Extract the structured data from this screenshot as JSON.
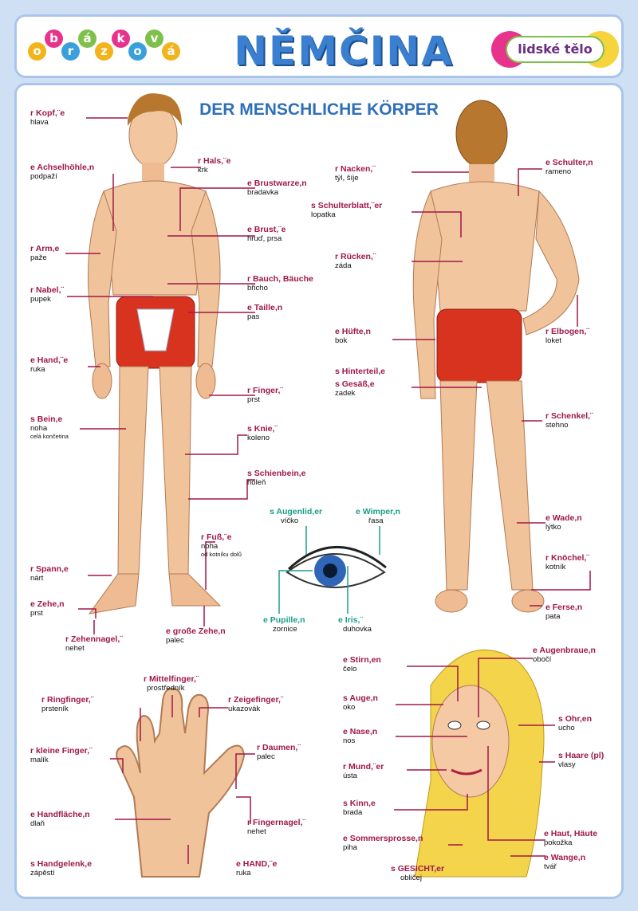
{
  "header": {
    "logo_letters": [
      "o",
      "b",
      "r",
      "á",
      "z",
      "k",
      "o",
      "v",
      "á"
    ],
    "logo_colors": [
      "#f2b31b",
      "#e7338c",
      "#3aa0dd",
      "#7fc04b",
      "#f2b31b",
      "#e7338c",
      "#3aa0dd",
      "#7fc04b",
      "#f2b31b"
    ],
    "title": "NĚMČINA",
    "topic": "lidské tělo"
  },
  "poster": {
    "title": "DER MENSCHLICHE KÖRPER"
  },
  "colors": {
    "accent": "#a0174a",
    "title": "#3a7fd0",
    "panel_border": "#a9c6ea"
  },
  "front_body": [
    {
      "de": "r Kopf,¨e",
      "cz": "hlava"
    },
    {
      "de": "r Hals,¨e",
      "cz": "krk"
    },
    {
      "de": "e Achselhöhle,n",
      "cz": "podpaží"
    },
    {
      "de": "e Brustwarze,n",
      "cz": "bradavka"
    },
    {
      "de": "e Brust,¨e",
      "cz": "hruď, prsa"
    },
    {
      "de": "r Arm,e",
      "cz": "paže"
    },
    {
      "de": "r Nabel,¨",
      "cz": "pupek"
    },
    {
      "de": "r Bauch, Bäuche",
      "cz": "břicho"
    },
    {
      "de": "e Taille,n",
      "cz": "pas"
    },
    {
      "de": "e Hand,¨e",
      "cz": "ruka"
    },
    {
      "de": "r Finger,¨",
      "cz": "prst"
    },
    {
      "de": "s Bein,e",
      "cz": "noha",
      "cz2": "celá končetina"
    },
    {
      "de": "s Knie,¨",
      "cz": "koleno"
    },
    {
      "de": "s Schienbein,e",
      "cz": "holeň"
    },
    {
      "de": "r Fuß,¨e",
      "cz": "noha",
      "cz2": "od kotníku dolů"
    },
    {
      "de": "r Spann,e",
      "cz": "nárt"
    },
    {
      "de": "e Zehe,n",
      "cz": "prst"
    },
    {
      "de": "r Zehennagel,¨",
      "cz": "nehet"
    },
    {
      "de": "e große Zehe,n",
      "cz": "palec"
    }
  ],
  "back_body": [
    {
      "de": "r Nacken,¨",
      "cz": "týl, šíje"
    },
    {
      "de": "e Schulter,n",
      "cz": "rameno"
    },
    {
      "de": "s Schulterblatt,¨er",
      "cz": "lopatka"
    },
    {
      "de": "r Rücken,¨",
      "cz": "záda"
    },
    {
      "de": "e Hüfte,n",
      "cz": "bok"
    },
    {
      "de": "r Elbogen,¨",
      "cz": "loket"
    },
    {
      "de": "s Hinterteil,e",
      "cz": ""
    },
    {
      "de": "s Gesäß,e",
      "cz": "zadek"
    },
    {
      "de": "r Schenkel,¨",
      "cz": "stehno"
    },
    {
      "de": "e Wade,n",
      "cz": "lýtko"
    },
    {
      "de": "r Knöchel,¨",
      "cz": "kotník"
    },
    {
      "de": "e Ferse,n",
      "cz": "pata"
    }
  ],
  "eye": [
    {
      "de": "s Augenlid,er",
      "cz": "víčko"
    },
    {
      "de": "e Wimper,n",
      "cz": "řasa"
    },
    {
      "de": "e Pupille,n",
      "cz": "zornice"
    },
    {
      "de": "e Iris,¨",
      "cz": "duhovka"
    }
  ],
  "hand": [
    {
      "de": "r Mittelfinger,¨",
      "cz": "prostředník"
    },
    {
      "de": "r Ringfinger,¨",
      "cz": "prsteník"
    },
    {
      "de": "r Zeigefinger,¨",
      "cz": "ukazovák"
    },
    {
      "de": "r kleine Finger,¨",
      "cz": "malík"
    },
    {
      "de": "r Daumen,¨",
      "cz": "palec"
    },
    {
      "de": "e Handfläche,n",
      "cz": "dlaň"
    },
    {
      "de": "r Fingernagel,¨",
      "cz": "nehet"
    },
    {
      "de": "s Handgelenk,e",
      "cz": "zápěstí"
    },
    {
      "de": "e HAND,¨e",
      "cz": "ruka"
    }
  ],
  "face": [
    {
      "de": "e Stirn,en",
      "cz": "čelo"
    },
    {
      "de": "e Augenbraue,n",
      "cz": "obočí"
    },
    {
      "de": "s Auge,n",
      "cz": "oko"
    },
    {
      "de": "s Ohr,en",
      "cz": "ucho"
    },
    {
      "de": "e Nase,n",
      "cz": "nos"
    },
    {
      "de": "s Haare (pl)",
      "cz": "vlasy"
    },
    {
      "de": "r Mund,¨er",
      "cz": "ústa"
    },
    {
      "de": "s Kinn,e",
      "cz": "brada"
    },
    {
      "de": "e Haut, Häute",
      "cz": "pokožka"
    },
    {
      "de": "e Sommersprosse,n",
      "cz": "piha"
    },
    {
      "de": "e Wange,n",
      "cz": "tvář"
    },
    {
      "de": "s GESICHT,er",
      "cz": "obličej"
    }
  ]
}
